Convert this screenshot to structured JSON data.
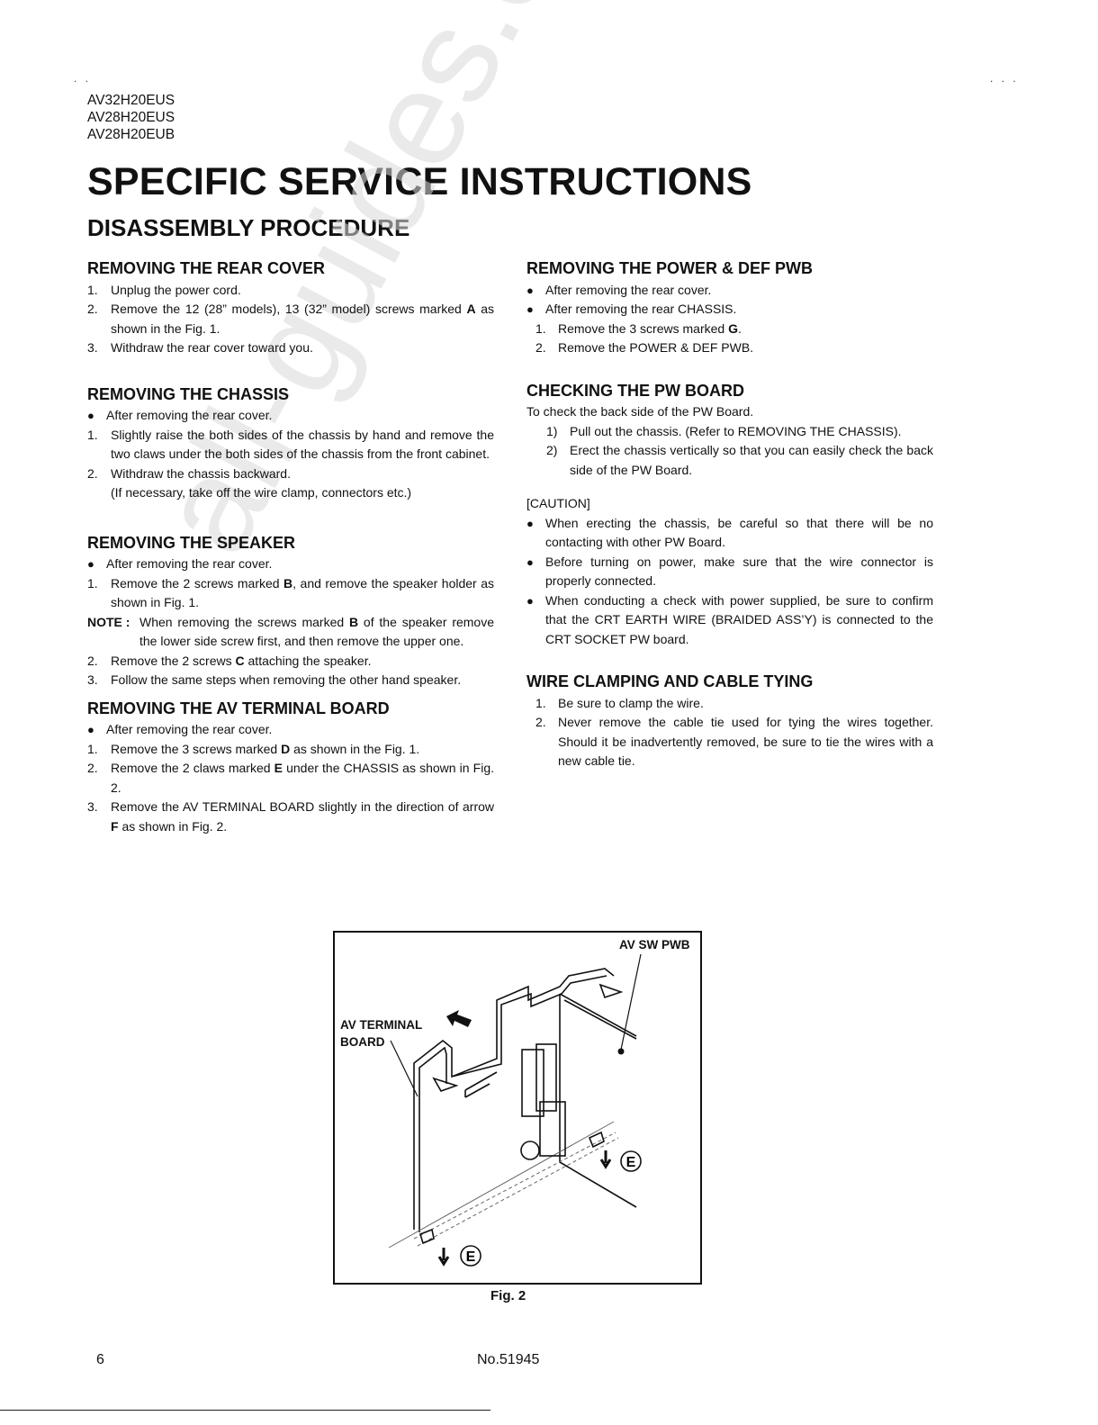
{
  "header": {
    "dots_left": ". .",
    "dots_right": ". . .",
    "models": [
      "AV32H20EUS",
      "AV28H20EUS",
      "AV28H20EUB"
    ],
    "title": "SPECIFIC SERVICE INSTRUCTIONS",
    "subtitle": "DISASSEMBLY PROCEDURE"
  },
  "watermark": "all-guides.com",
  "sections": {
    "rear_cover": {
      "title": "REMOVING THE REAR COVER",
      "items": [
        {
          "n": "1.",
          "text": "Unplug the power cord."
        },
        {
          "n": "2.",
          "text_before": "Remove the 12 (28” models), 13 (32” model) screws marked ",
          "bold": "A",
          "text_after": " as shown in the Fig. 1."
        },
        {
          "n": "3.",
          "text": "Withdraw the rear cover toward you."
        }
      ]
    },
    "chassis": {
      "title": "REMOVING THE CHASSIS",
      "bullet": "After removing the rear cover.",
      "items": [
        {
          "n": "1.",
          "text": "Slightly raise the both sides of the chassis by hand and remove the two claws under the both sides of the chassis from the front cabinet."
        },
        {
          "n": "2.",
          "text": "Withdraw the chassis backward."
        }
      ],
      "extra": "(If necessary, take off the wire clamp, connectors etc.)"
    },
    "speaker": {
      "title": "REMOVING THE SPEAKER",
      "bullet": "After removing the rear cover.",
      "item1": {
        "n": "1.",
        "text_before": "Remove the 2 screws marked ",
        "bold": "B",
        "text_after": ", and remove the speaker holder as shown in Fig. 1."
      },
      "note": {
        "label": "NOTE :",
        "text_before": "When removing the screws marked ",
        "bold": "B",
        "text_after": " of the speaker remove the lower side screw first, and then remove the upper one."
      },
      "item2": {
        "n": "2.",
        "text_before": "Remove the 2 screws ",
        "bold": "C",
        "text_after": " attaching the speaker."
      },
      "item3": {
        "n": "3.",
        "text": "Follow the same steps when removing the other hand speaker."
      }
    },
    "av_terminal": {
      "title": "REMOVING THE AV TERMINAL BOARD",
      "bullet": "After removing the rear cover.",
      "items": [
        {
          "n": "1.",
          "text_before": "Remove the 3 screws marked ",
          "bold": "D",
          "text_after": " as shown in the Fig. 1."
        },
        {
          "n": "2.",
          "text_before": "Remove the 2 claws marked ",
          "bold": "E",
          "text_after": " under the CHASSIS as shown in Fig. 2."
        },
        {
          "n": "3.",
          "text_before": "Remove the AV TERMINAL BOARD slightly in the direction of arrow ",
          "bold": "F",
          "text_after": " as shown in Fig. 2."
        }
      ]
    },
    "power_def": {
      "title": "REMOVING THE POWER & DEF PWB",
      "bullets": [
        "After removing the rear cover.",
        "After removing the rear CHASSIS."
      ],
      "item1": {
        "n": "1.",
        "text_before": "Remove the 3 screws marked ",
        "bold": "G",
        "text_after": "."
      },
      "item2": {
        "n": "2.",
        "text": "Remove the POWER & DEF PWB."
      }
    },
    "pw_board": {
      "title": "CHECKING THE PW BOARD",
      "intro": "To check the back side of the PW Board.",
      "items": [
        {
          "n": "1)",
          "text": "Pull out the chassis. (Refer to REMOVING THE CHASSIS)."
        },
        {
          "n": "2)",
          "text": "Erect the chassis vertically so that you can easily check the back side of the PW Board."
        }
      ],
      "caution_label": "[CAUTION]",
      "cautions": [
        "When erecting the chassis, be careful so that there will be no contacting with other PW Board.",
        "Before turning on power, make sure that the wire connector is properly connected.",
        "When conducting a check with power supplied, be sure to confirm that the CRT EARTH WIRE (BRAIDED ASS’Y) is connected to the CRT SOCKET PW board."
      ]
    },
    "wire": {
      "title": "WIRE CLAMPING AND CABLE TYING",
      "items": [
        {
          "n": "1.",
          "text": "Be sure to clamp the wire."
        },
        {
          "n": "2.",
          "text": "Never remove the cable tie used for tying the wires together. Should it be inadvertently removed, be sure to tie the wires with a new cable tie."
        }
      ]
    }
  },
  "figure": {
    "label_av_sw": "AV SW PWB",
    "label_av_terminal_1": "AV TERMINAL",
    "label_av_terminal_2": "BOARD",
    "claw_label": "E",
    "caption": "Fig. 2"
  },
  "footer": {
    "page_number": "6",
    "doc_number": "No.51945"
  }
}
